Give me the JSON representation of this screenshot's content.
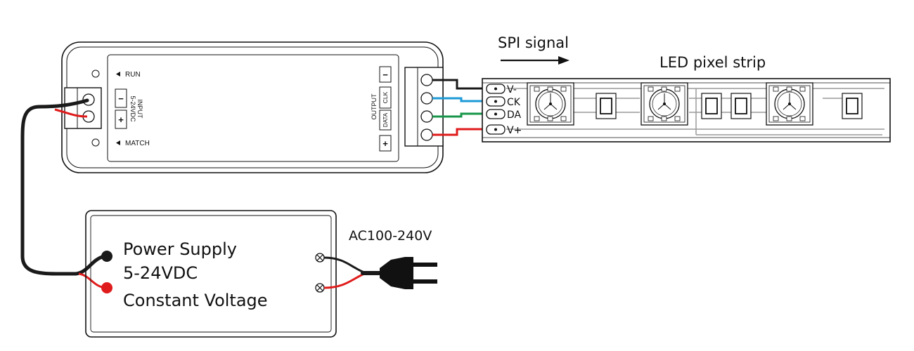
{
  "controller": {
    "run_label": "RUN",
    "match_label": "MATCH",
    "input_title": "INPUT",
    "input_voltage": "5-24VDC",
    "input_minus": "−",
    "input_plus": "+",
    "output_title": "OUTPUT",
    "output_minus": "−",
    "output_clk": "CLK",
    "output_data": "DATA",
    "output_plus": "+"
  },
  "signal": {
    "label": "SPI signal"
  },
  "strip": {
    "title": "LED pixel strip",
    "pins": [
      "V-",
      "CK",
      "DA",
      "V+"
    ]
  },
  "power_supply": {
    "line1": "Power Supply",
    "line2": "5-24VDC",
    "line3": "Constant Voltage"
  },
  "ac": {
    "label": "AC100-240V"
  },
  "colors": {
    "outline": "#111111",
    "wire_black": "#1a1a1a",
    "wire_red": "#e01b1b",
    "wire_blue": "#1e9ad6",
    "wire_green": "#17954a",
    "pcb_trace": "#9a9a9a"
  }
}
